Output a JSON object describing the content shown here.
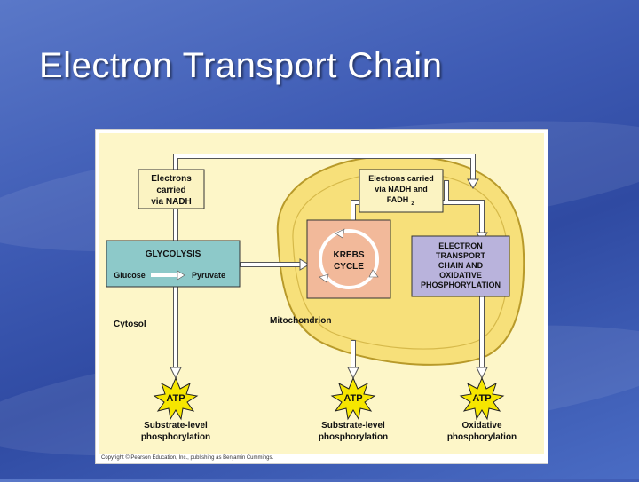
{
  "slide": {
    "title": "Electron Transport Chain"
  },
  "diagram": {
    "electrons_nadh": [
      "Electrons",
      "carried",
      "via NADH"
    ],
    "electrons_nadh_fadh2": [
      "Electrons carried",
      "via NADH and",
      "FADH"
    ],
    "fadh_subscript": "2",
    "glycolysis": {
      "title": "GLYCOLYSIS",
      "glucose": "Glucose",
      "pyruvate": "Pyruvate"
    },
    "krebs": [
      "KREBS",
      "CYCLE"
    ],
    "etc": [
      "ELECTRON",
      "TRANSPORT",
      "CHAIN AND",
      "OXIDATIVE",
      "PHOSPHORYLATION"
    ],
    "cytosol": "Cytosol",
    "mitochondrion": "Mitochondrion",
    "atp_label": "ATP",
    "atp_sources": [
      [
        "Substrate-level",
        "phosphorylation"
      ],
      [
        "Substrate-level",
        "phosphorylation"
      ],
      [
        "Oxidative",
        "phosphorylation"
      ]
    ],
    "copyright": "Copyright © Pearson Education, Inc., publishing as Benjamin Cummings."
  },
  "colors": {
    "mitochondrion_fill": "#f7e07a",
    "mitochondrion_outline": "#b89a2a",
    "cream_box": "#fbf3c2",
    "glycolysis_box": "#8dc9c9",
    "krebs_box": "#f2b99a",
    "etc_box": "#b9b3dc",
    "atp_star": "#f6e600",
    "background_panel": "#fdf6c8"
  }
}
